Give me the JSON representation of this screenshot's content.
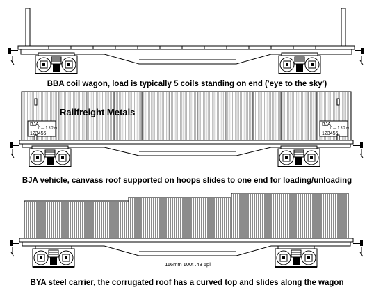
{
  "wagons": [
    {
      "code": "BBA",
      "caption": "BBA coil wagon, load is typically 5 coils standing on end ('eye to the sky')"
    },
    {
      "code": "BJA",
      "caption": "BJA vehicle, canvass roof supported on hoops slides to one end for loading/unloading",
      "livery": "Railfreight Metals",
      "panel_left": {
        "code": "BJA",
        "detail": "0 — 1 3 2 m",
        "number": "123456"
      },
      "panel_right": {
        "code": "BJA",
        "detail": "0 — 1 3 2 m",
        "number": "123456"
      }
    },
    {
      "code": "BYA",
      "caption": "BYA steel carrier, the corrugated roof has a curved top and slides along the wagon",
      "spec": "116mm 100t .43 5pl"
    }
  ]
}
